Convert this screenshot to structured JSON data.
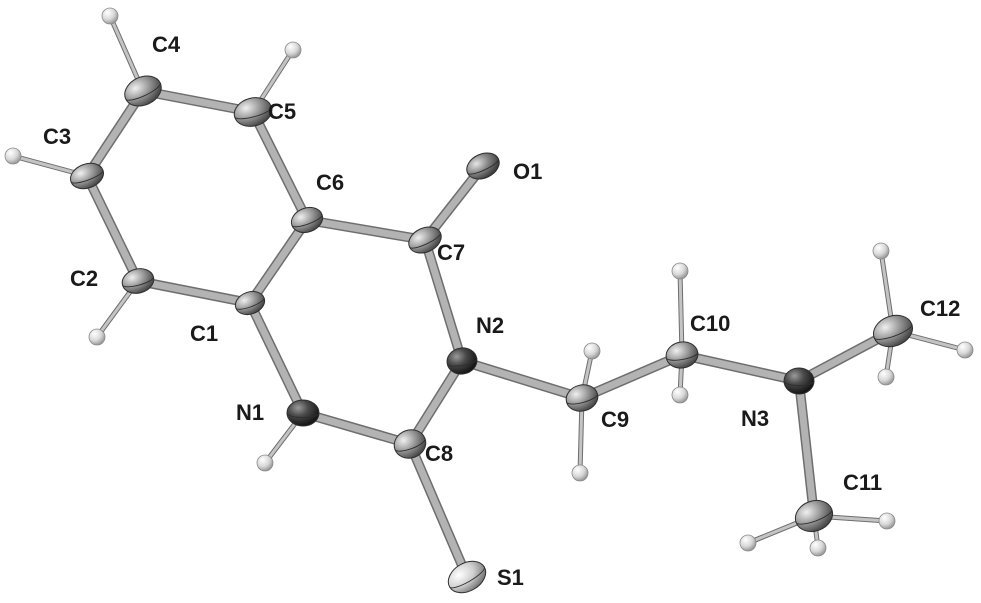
{
  "figure": {
    "atom_labels": {
      "C1": "C1",
      "C2": "C2",
      "C3": "C3",
      "C4": "C4",
      "C5": "C5",
      "C6": "C6",
      "C7": "C7",
      "C8": "C8",
      "C9": "C9",
      "C10": "C10",
      "C11": "C11",
      "C12": "C12",
      "N1": "N1",
      "N2": "N2",
      "N3": "N3",
      "O1": "O1",
      "S1": "S1"
    },
    "colors": {
      "bond": "#9a9a9a",
      "bond_edge": "#6e6e6e",
      "carbon": "#8c8c8c",
      "nitrogen": "#3a3a3a",
      "oxygen": "#6f6f6f",
      "sulfur": "#c9c9c9",
      "hydrogen": "#d9d9d9",
      "label": "#1a1a1a"
    }
  }
}
